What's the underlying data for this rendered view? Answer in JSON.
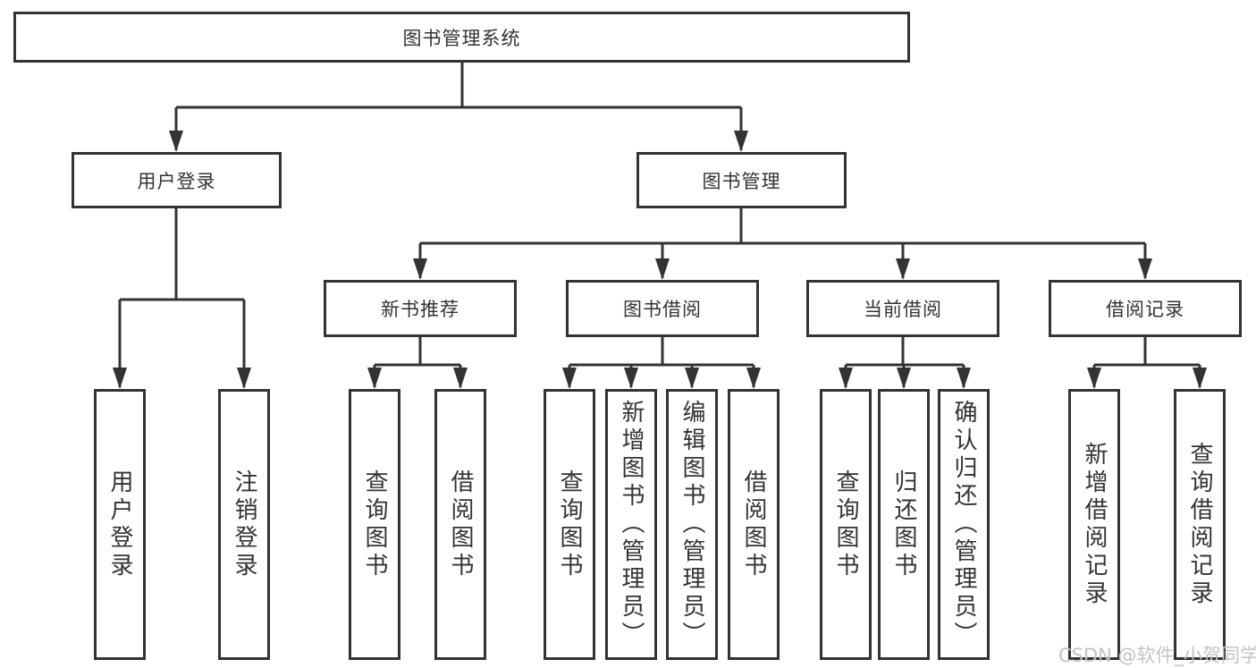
{
  "colors": {
    "line": "#333333",
    "text": "#333333",
    "watermark": "#c6c2c4",
    "background": "#ffffff"
  },
  "diagram": {
    "root": {
      "label": "图书管理系统",
      "children": [
        {
          "label": "用户登录",
          "children": [
            {
              "label": "用户登录"
            },
            {
              "label": "注销登录"
            }
          ]
        },
        {
          "label": "图书管理",
          "children": [
            {
              "label": "新书推荐",
              "children": [
                {
                  "label": "查询图书"
                },
                {
                  "label": "借阅图书"
                }
              ]
            },
            {
              "label": "图书借阅",
              "children": [
                {
                  "label": "查询图书"
                },
                {
                  "label": "新增图书（管理员）"
                },
                {
                  "label": "编辑图书（管理员）"
                },
                {
                  "label": "借阅图书"
                }
              ]
            },
            {
              "label": "当前借阅",
              "children": [
                {
                  "label": "查询图书"
                },
                {
                  "label": "归还图书"
                },
                {
                  "label": "确认归还（管理员）"
                }
              ]
            },
            {
              "label": "借阅记录",
              "children": [
                {
                  "label": "新增借阅记录"
                },
                {
                  "label": "查询借阅记录"
                }
              ]
            }
          ]
        }
      ]
    }
  },
  "watermark": {
    "text": "CSDN @软件_小贺同学"
  }
}
